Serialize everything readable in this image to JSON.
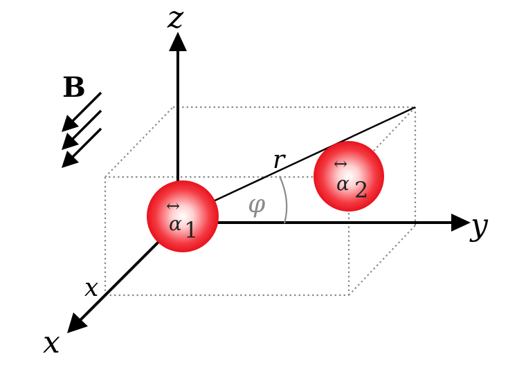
{
  "labels": {
    "z_axis": "z",
    "y_axis": "y",
    "x_axis": "x",
    "x_coordinate": "x",
    "field": "B",
    "separation": "r",
    "angle": "φ",
    "tensor_arrow": "↔",
    "polarizability_symbol": "α",
    "particle_1_index": "1",
    "particle_2_index": "2"
  },
  "colors": {
    "axis": "#000000",
    "box_dotted": "#8c8c8c",
    "angle_arc": "#8a8a8a",
    "particle_fill": "#e8121c",
    "particle_highlight": "#ffffff"
  }
}
